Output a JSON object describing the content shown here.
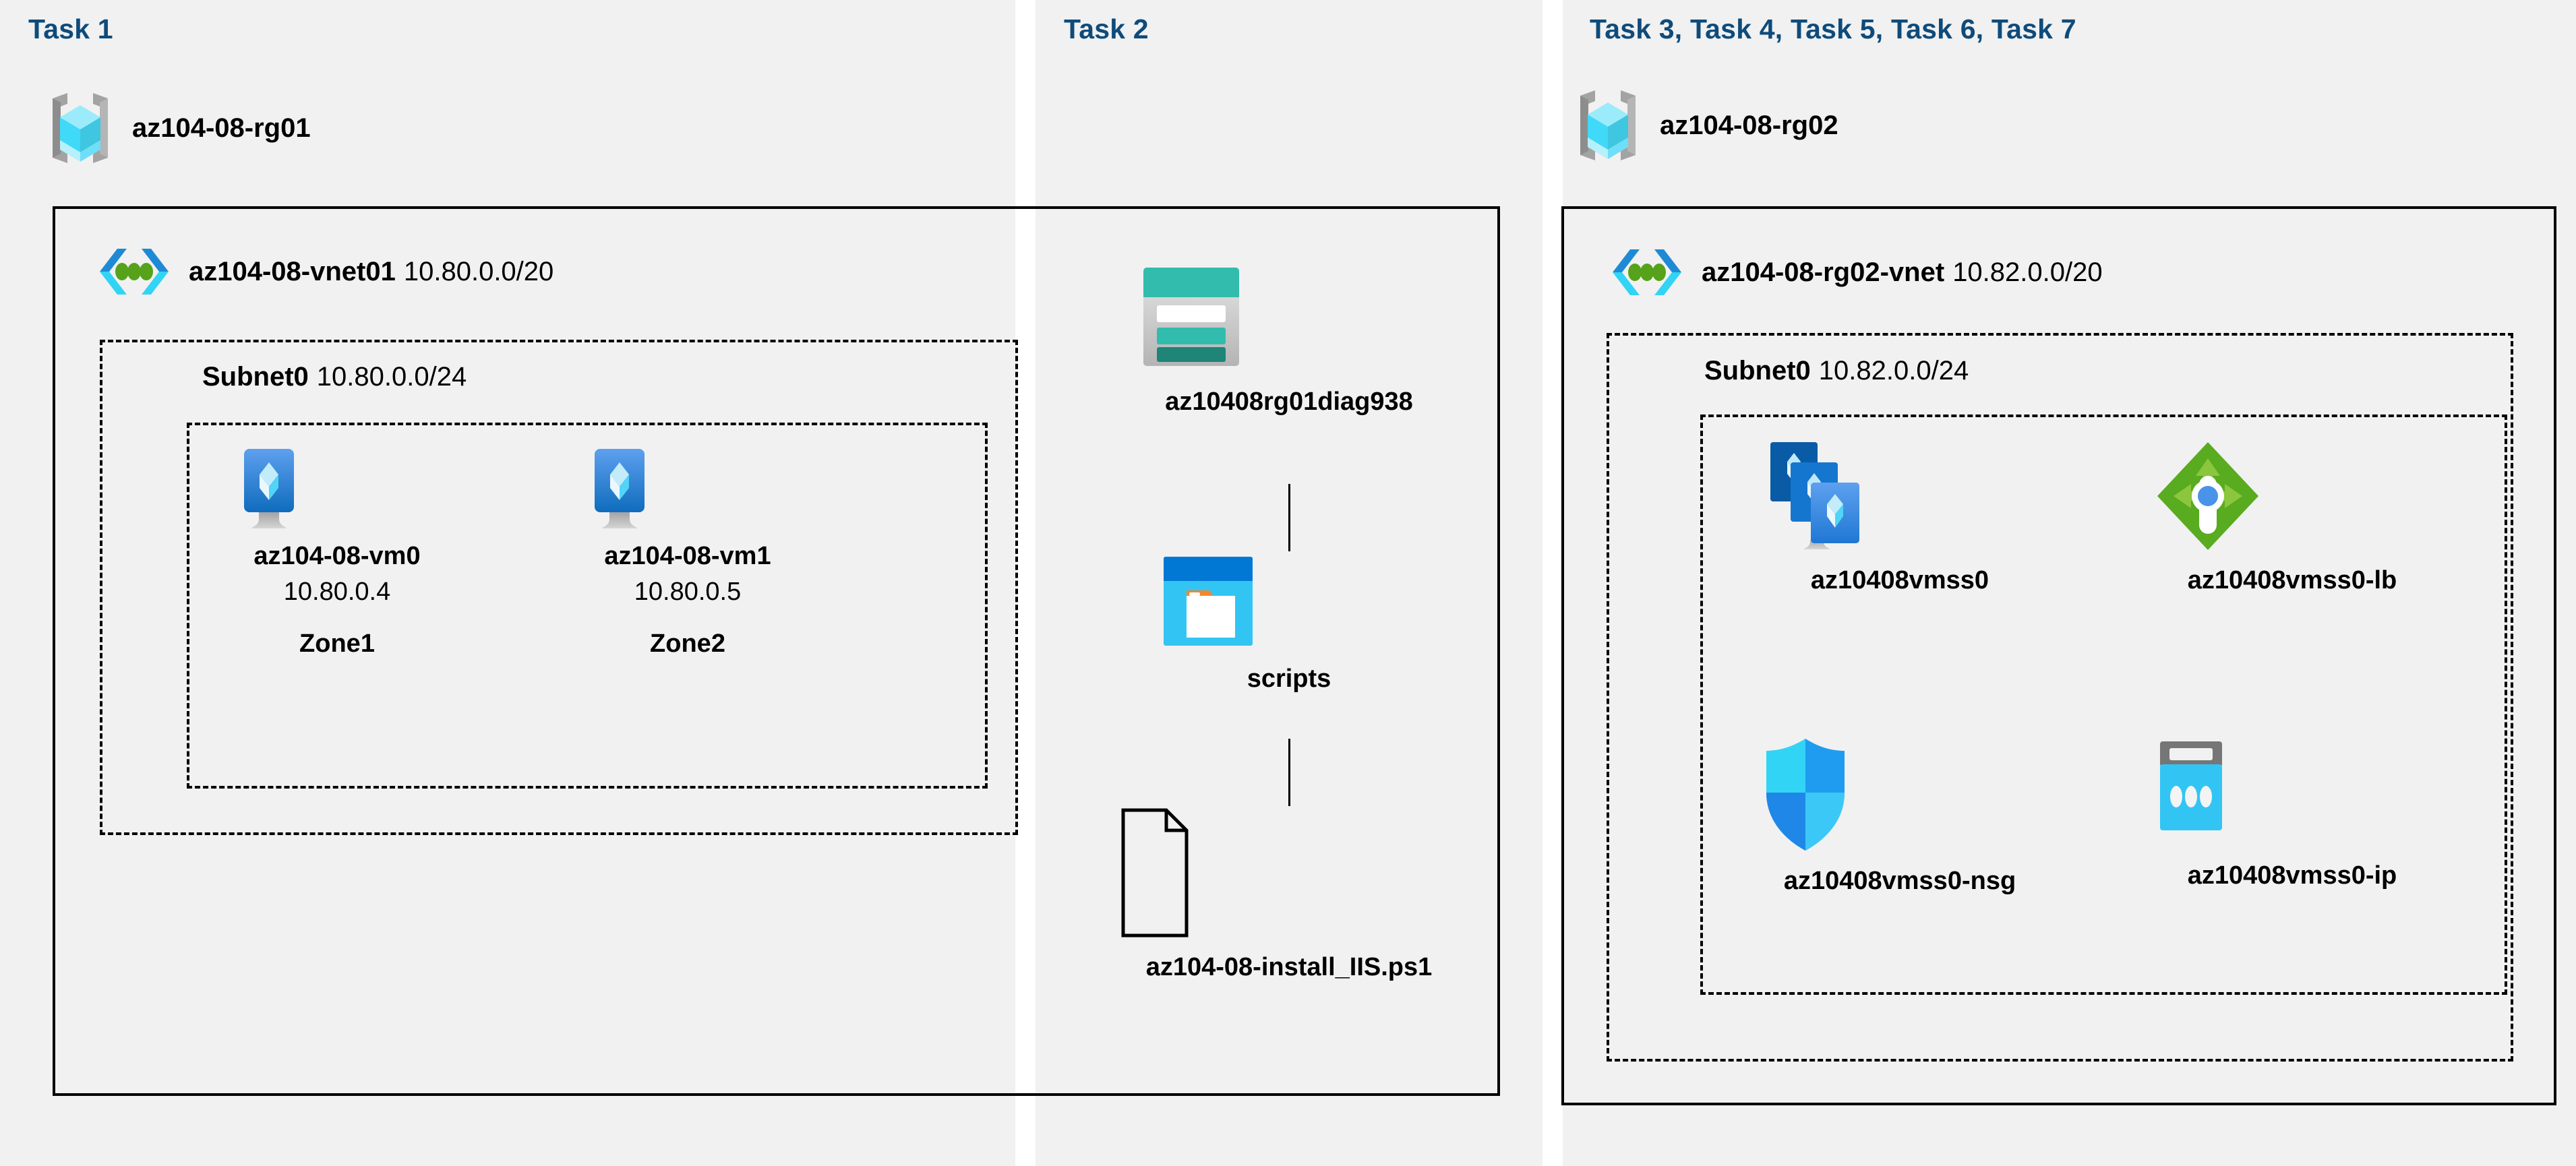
{
  "diagram": {
    "title_color": "#0e4b7b",
    "panel_bg": "#f1f1f1",
    "line_color": "#000000"
  },
  "panels": [
    {
      "id": "task1",
      "label": "Task 1"
    },
    {
      "id": "task2",
      "label": "Task 2"
    },
    {
      "id": "task3",
      "label": "Task 3, Task 4, Task 5, Task 6, Task 7"
    }
  ],
  "resource_groups": [
    {
      "name": "az104-08-rg01",
      "icon": "resource-group-icon"
    },
    {
      "name": "az104-08-rg02",
      "icon": "resource-group-icon"
    }
  ],
  "vnets": [
    {
      "name": "az104-08-vnet01",
      "cidr": "10.80.0.0/20",
      "icon": "virtual-network-icon"
    },
    {
      "name": "az104-08-rg02-vnet",
      "cidr": "10.82.0.0/20",
      "icon": "virtual-network-icon"
    }
  ],
  "subnets": [
    {
      "name": "Subnet0",
      "cidr": "10.80.0.0/24"
    },
    {
      "name": "Subnet0",
      "cidr": "10.82.0.0/24"
    }
  ],
  "vms": [
    {
      "name": "az104-08-vm0",
      "ip": "10.80.0.4",
      "zone": "Zone1",
      "icon": "virtual-machine-icon"
    },
    {
      "name": "az104-08-vm1",
      "ip": "10.80.0.5",
      "zone": "Zone2",
      "icon": "virtual-machine-icon"
    }
  ],
  "storage": {
    "account": {
      "name": "az10408rg01diag938",
      "icon": "storage-account-icon"
    },
    "container": {
      "name": "scripts",
      "icon": "blob-container-icon"
    },
    "file": {
      "name": "az104-08-install_IIS.ps1",
      "icon": "file-icon"
    }
  },
  "scale_set_resources": [
    {
      "name": "az10408vmss0",
      "icon": "vm-scale-set-icon"
    },
    {
      "name": "az10408vmss0-lb",
      "icon": "load-balancer-icon"
    },
    {
      "name": "az10408vmss0-nsg",
      "icon": "network-security-group-icon"
    },
    {
      "name": "az10408vmss0-ip",
      "icon": "public-ip-address-icon"
    }
  ]
}
